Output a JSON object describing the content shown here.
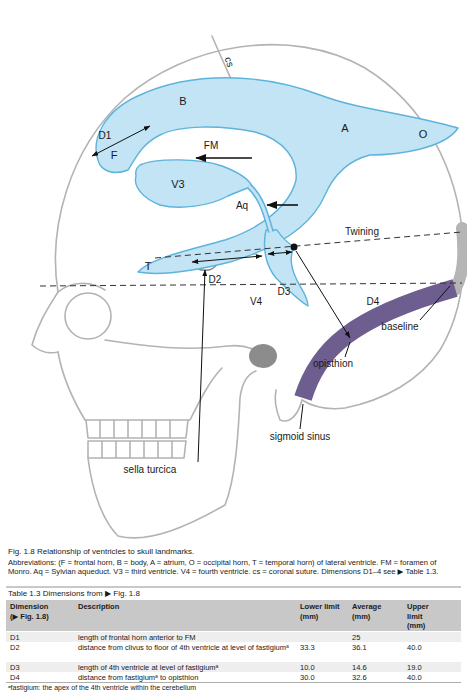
{
  "diagram": {
    "caption": "Fig. 1.8 Relationship of ventricles to skull landmarks.",
    "labels": [
      "cs",
      "B",
      "D1",
      "F",
      "FM",
      "V3",
      "A",
      "O",
      "Aq",
      "T",
      "Twining",
      "D2",
      "D3",
      "V4",
      "D4",
      "opisthion",
      "baseline",
      "sigmoid sinus",
      "sella turcica",
      "Abbreviations: (F = frontal horn, B = body, A = atrium, O = occipital horn, T = temporal horn) of lateral ventricle. FM = foramen of Monro. Aq = Sylvian aqueduct. V3 = third ventricle. V4 = fourth ventricle. cs = coronal suture. Dimensions D1–4 see ▶ Table 1.3.",
      "Table 1.3 Dimensions from ▶ Fig. 1.8",
      "Dimension (▶ Fig. 1.8)",
      "Description",
      "Lower limit (mm)",
      "Average (mm)",
      "Upper limit (mm)",
      "D1",
      "length of frontal horn anterior to FM",
      "25",
      "D2",
      "distance from clivus to floor of 4th ventricle at level of fastigiumᵃ",
      "33.3",
      "36.1",
      "40.0",
      "D3",
      "length of 4th ventricle at level of fastigiumᵃ",
      "10.0",
      "14.6",
      "19.0",
      "D4",
      "distance from fastigiumᵃ to opisthion",
      "30.0",
      "32.6",
      "40.0",
      "ᵃfastigium: the apex of the 4th ventricle within the cerebellum"
    ]
  }
}
